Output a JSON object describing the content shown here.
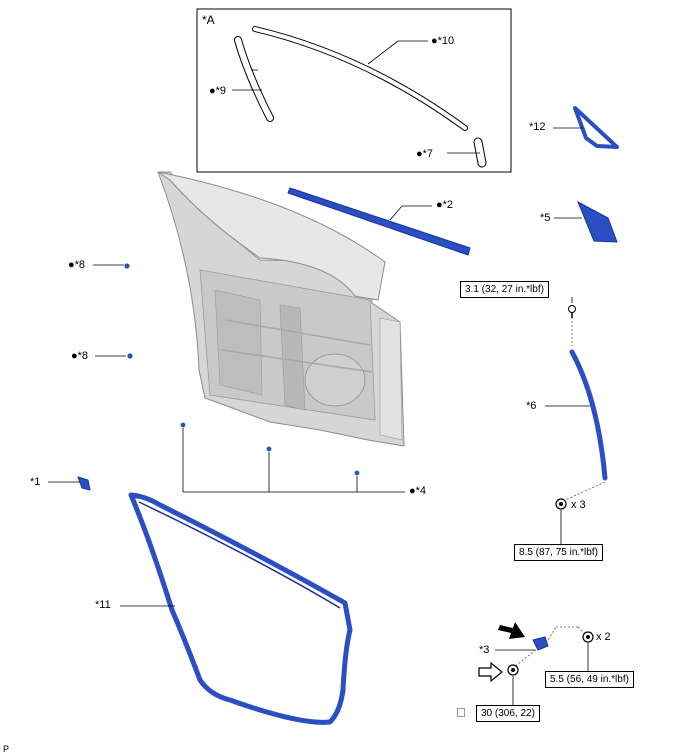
{
  "diagram": {
    "inset_label": "*A",
    "callouts": {
      "c10": "●*10",
      "c9": "●*9",
      "c7": "●*7",
      "c12": "*12",
      "c2": "●*2",
      "c5": "*5",
      "c8a": "●*8",
      "c8b": "●*8",
      "c6": "*6",
      "c1": "*1",
      "c4": "●*4",
      "c11": "*11",
      "c3": "*3"
    },
    "torques": {
      "t6_top": "3.1 (32, 27 in.*lbf)",
      "t6_bottom": "8.5 (87, 75 in.*lbf)",
      "t3_bolt": "5.5 (56, 49 in.*lbf)",
      "t3_nut": "30 (306, 22)"
    },
    "quantities": {
      "q6": "x 3",
      "q3": "x 2"
    },
    "footer_code": "P"
  },
  "colors": {
    "part_blue": "#2a4fc4",
    "part_blue_dark": "#18339a",
    "door_gray": "#d8d8d8",
    "line": "#000000"
  }
}
